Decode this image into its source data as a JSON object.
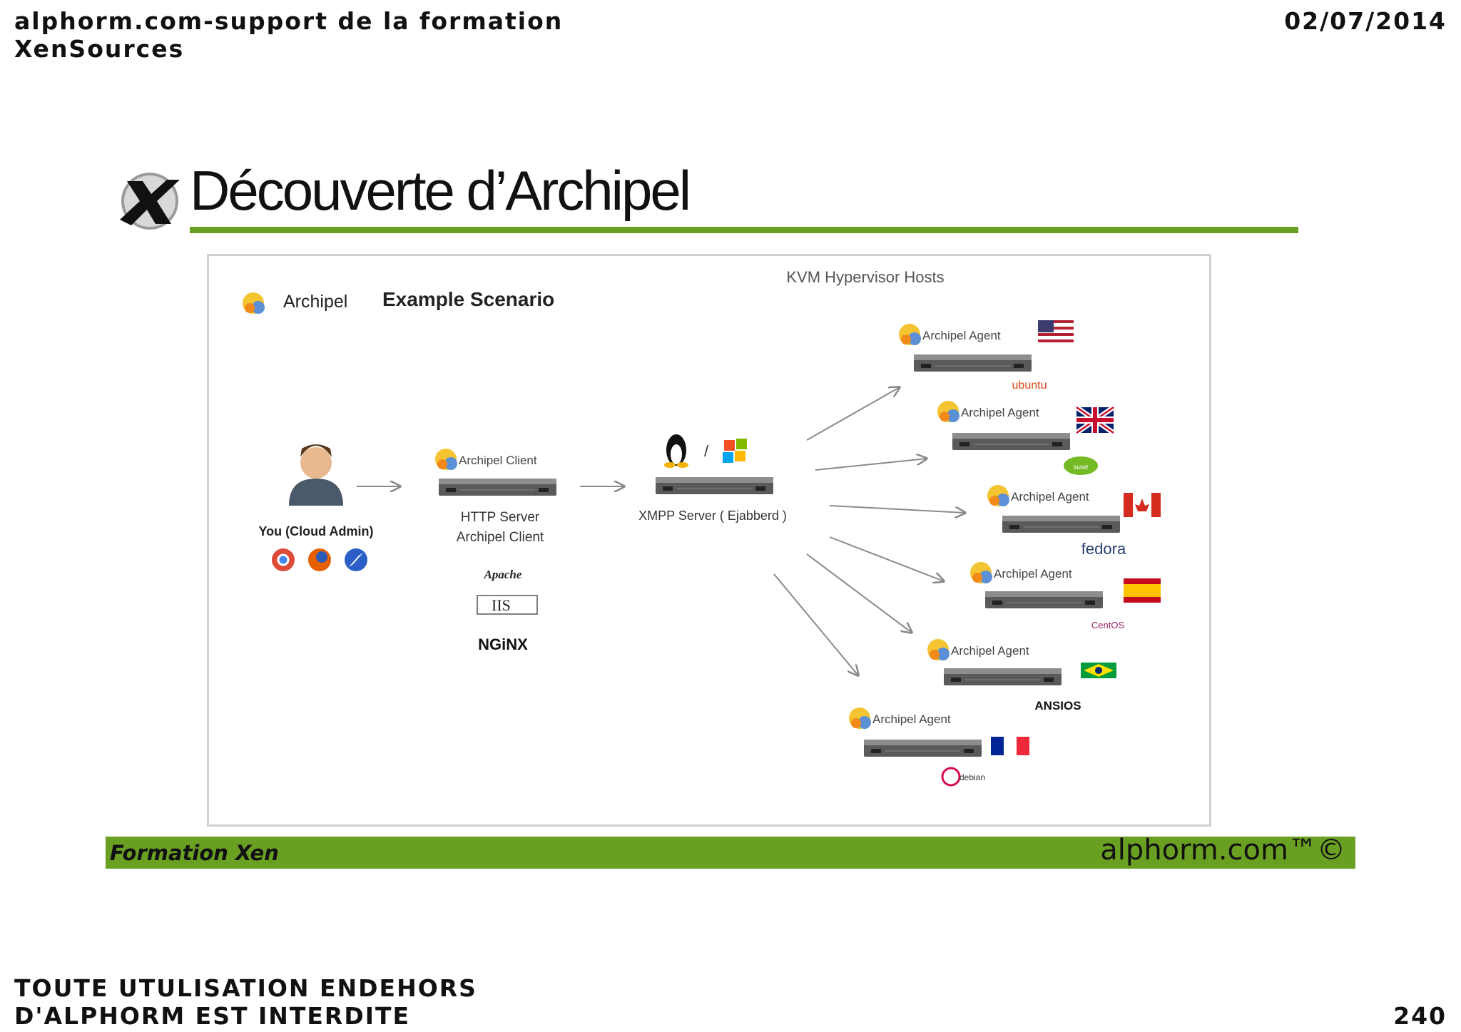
{
  "page_header": {
    "left": "alphorm.com-support de la formation\nXenSources",
    "date": "02/07/2014"
  },
  "page_footer": {
    "notice": "TOUTE UTULISATION ENDEHORS\nD'ALPHORM EST INTERDITE",
    "page_number": "240"
  },
  "slide": {
    "title": "Découverte d’Archipel",
    "footer_label": "Formation Xen",
    "footer_brand": "alphorm.com™©"
  },
  "diagram": {
    "brand": "Archipel",
    "heading": "Example Scenario",
    "hosts_title": "KVM Hypervisor Hosts",
    "admin_label": "You (Cloud Admin)",
    "client_caption": "Archipel Client",
    "http_lines": [
      "HTTP Server",
      "Archipel Client"
    ],
    "xmpp_label": "XMPP Server ( Ejabberd )",
    "web_servers": [
      "Apache",
      "IIS",
      "NGiNX"
    ],
    "agent_caption": "Archipel Agent",
    "hosts": [
      {
        "os": "ubuntu",
        "flag": "us"
      },
      {
        "os": "suse",
        "flag": "uk"
      },
      {
        "os": "fedora",
        "flag": "ca"
      },
      {
        "os": "CentOS",
        "flag": "es"
      },
      {
        "os": "ANSIOS",
        "flag": "br"
      },
      {
        "os": "debian",
        "flag": "fr"
      }
    ],
    "icons": [
      "user-icon",
      "chrome-icon",
      "firefox-icon",
      "safari-icon",
      "linux-tux-icon",
      "windows-logo-icon",
      "server-rack-icon",
      "archipel-logo-icon"
    ],
    "colors": {
      "accent_green": "#6aa022",
      "arrow_gray": "#8a8a8a",
      "server_dark": "#3a3a3a"
    }
  }
}
